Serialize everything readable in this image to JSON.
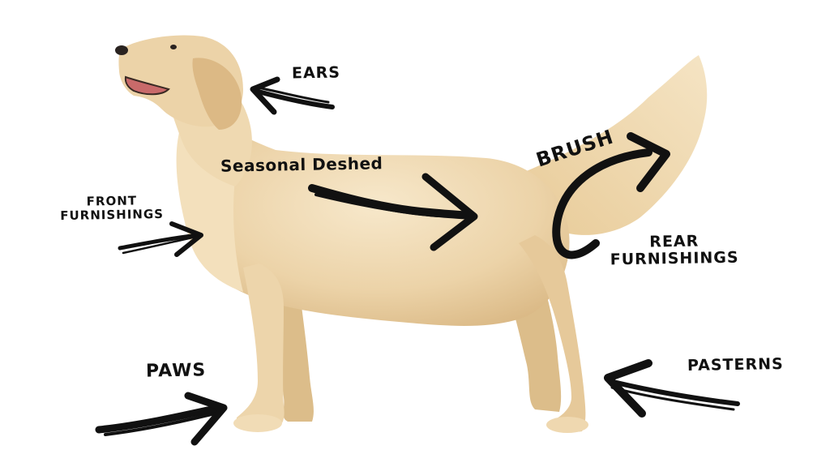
{
  "colors": {
    "ink": "#111111",
    "fur_base": "#ecd3a8",
    "fur_light": "#f6e6c6",
    "fur_shadow": "#d5b27c",
    "nose": "#2a2320",
    "mouth": "#c96a6a",
    "background": "#ffffff"
  },
  "labels": {
    "ears": "EARS",
    "brush": "BRUSH",
    "seasonal": "Seasonal Deshed",
    "front_line1": "FRONT",
    "front_line2": "FURNISHINGS",
    "rear_line1": "REAR",
    "rear_line2": "FURNISHINGS",
    "paws": "PAWS",
    "pasterns": "PASTERNS"
  },
  "arrows": [
    {
      "name": "ears-arrow",
      "points_to": "ears"
    },
    {
      "name": "seasonal-deshed-arrow",
      "points_to": "coat"
    },
    {
      "name": "front-furnishings-arrow",
      "points_to": "chest"
    },
    {
      "name": "brush-arrow",
      "points_to": "tail"
    },
    {
      "name": "paws-arrow",
      "points_to": "front paw"
    },
    {
      "name": "pasterns-arrow",
      "points_to": "rear pastern"
    }
  ]
}
